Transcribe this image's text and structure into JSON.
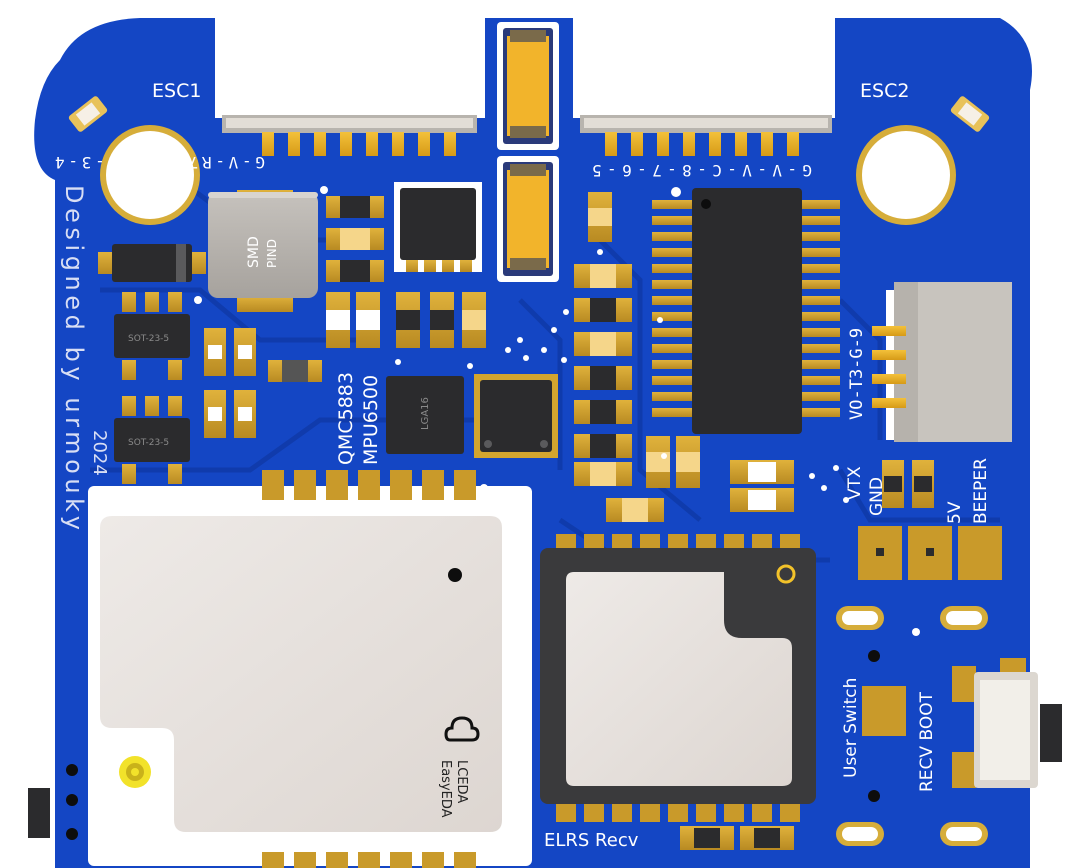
{
  "board": {
    "colors": {
      "pcb": "#1446c4",
      "pcb_dark": "#0d37a8",
      "copper": "#d2a127",
      "pad": "#c99a2a",
      "chip": "#2b2b2d",
      "module": "#ece6e2",
      "silk": "#ffffff"
    }
  },
  "connectors": {
    "esc1_label": "ESC1",
    "esc2_label": "ESC2",
    "esc1_pins": "G-V-R7-C-1-2-3-4",
    "esc2_pins": "G-V-V-C-8-7-6-5",
    "vtx_pins": "VO-T3-G-9"
  },
  "designer": {
    "credit": "Designed by urmouky",
    "year": "2024"
  },
  "chips": {
    "inductor_line1": "SMD",
    "inductor_line2": "PIND",
    "regulator1": "SOT-23-5",
    "regulator2": "SOT-23-5",
    "lga_chip": "LGA16",
    "magnetometer": "QMC5883",
    "imu": "MPU6500"
  },
  "pads": {
    "vtx": "VTX",
    "gnd": "GND",
    "five_v": "5V",
    "beeper": "BEEPER"
  },
  "labels": {
    "user_switch": "User Switch",
    "recv_boot": "RECV BOOT",
    "elrs": "ELRS Recv",
    "lceda": "LCEDA",
    "easyeda": "EasyEDA"
  }
}
